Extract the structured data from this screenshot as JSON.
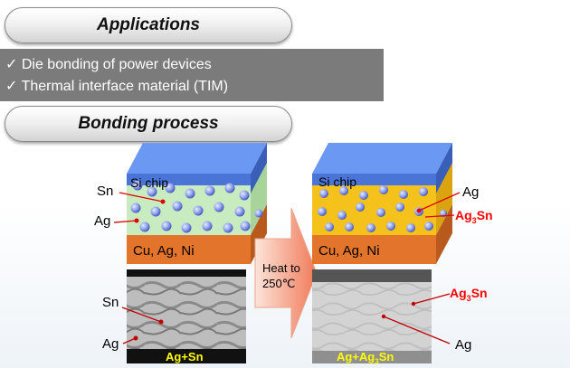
{
  "header": {
    "title": "Applications"
  },
  "applications": [
    "✓ Die bonding of power devices",
    "✓ Thermal interface material (TIM)"
  ],
  "section": {
    "title": "Bonding process"
  },
  "left": {
    "chip_label": "Si chip",
    "substrate_label": "Cu, Ag, Ni",
    "sn_label": "Sn",
    "ag_label": "Ag",
    "micro_sn_label": "Sn",
    "micro_ag_label": "Ag",
    "micro_caption": "Ag+Sn"
  },
  "arrow": {
    "line1": "Heat to",
    "line2": "250℃"
  },
  "right": {
    "chip_label": "Si chip",
    "substrate_label": "Cu, Ag, Ni",
    "ag_label": "Ag",
    "ag3sn_main": "Ag",
    "ag3sn_sub": "3",
    "ag3sn_tail": "Sn",
    "micro_ag3sn_main": "Ag",
    "micro_ag3sn_sub": "3",
    "micro_ag3sn_tail": "Sn",
    "micro_ag_label": "Ag",
    "micro_caption_main": "Ag+Ag",
    "micro_caption_sub": "3",
    "micro_caption_tail": "Sn"
  },
  "colors": {
    "chip_front": "#4a74d6",
    "chip_top": "#5f8ff0",
    "left_solder": "#c9ebc0",
    "right_solder": "#f5c21b",
    "substrate": "#e2752b",
    "particle": "#7e92e6",
    "micro_dark": "#8a8a8a",
    "micro_light": "#d0d0d0",
    "arrow": "#f5b9a2",
    "red_label": "#ff0000",
    "caption_yellow": "#ffff00"
  }
}
